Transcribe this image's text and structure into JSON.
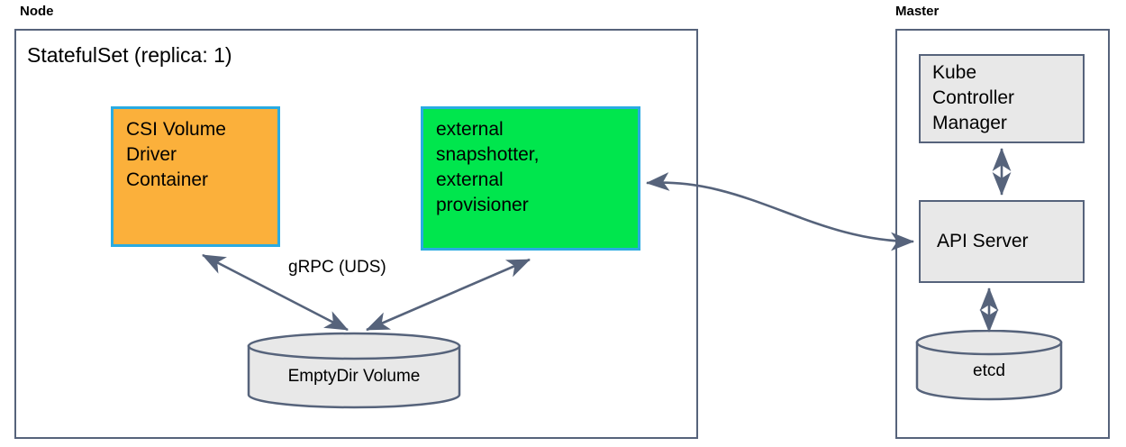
{
  "diagram": {
    "groups": [
      {
        "id": "node",
        "label": "Node"
      },
      {
        "id": "master",
        "label": "Master"
      }
    ],
    "node": {
      "title": "StatefulSet (replica: 1)",
      "csi_container": {
        "lines": [
          "CSI Volume",
          "Driver",
          "Container"
        ],
        "fill": "#FBB03B",
        "border": "#29ABE2"
      },
      "sidecar_container": {
        "lines": [
          "external",
          "snapshotter,",
          "external",
          "provisioner"
        ],
        "fill": "#00E64D",
        "border": "#29ABE2"
      },
      "volume": {
        "label": "EmptyDir Volume",
        "fill": "#E8E8E8",
        "border": "#56637B"
      },
      "edge_label": "gRPC (UDS)"
    },
    "master": {
      "controller_manager": {
        "lines": [
          "Kube",
          "Controller",
          "Manager"
        ],
        "fill": "#E8E8E8",
        "border": "#56637B"
      },
      "api_server": {
        "label": "API Server",
        "fill": "#E8E8E8",
        "border": "#56637B"
      },
      "etcd": {
        "label": "etcd",
        "fill": "#E8E8E8",
        "border": "#56637B"
      }
    },
    "connectors": {
      "stroke": "#56637B",
      "edges": [
        {
          "from": "emptydir-volume",
          "to": "csi-volume-driver-container",
          "style": "double-arrow",
          "label": "gRPC (UDS)"
        },
        {
          "from": "emptydir-volume",
          "to": "external-snapshotter-provisioner",
          "style": "double-arrow"
        },
        {
          "from": "external-snapshotter-provisioner",
          "to": "api-server",
          "style": "double-arrow-curved"
        },
        {
          "from": "kube-controller-manager",
          "to": "api-server",
          "style": "double-arrow"
        },
        {
          "from": "api-server",
          "to": "etcd",
          "style": "double-arrow"
        }
      ]
    }
  }
}
